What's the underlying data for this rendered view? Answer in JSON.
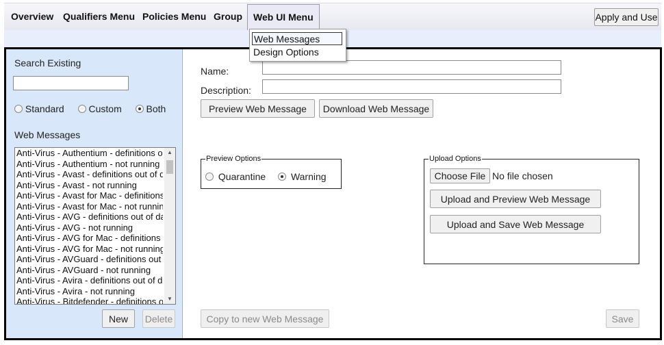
{
  "nav": {
    "items": [
      "Overview",
      "Qualifiers Menu",
      "Policies Menu",
      "Group",
      "Web UI Menu"
    ],
    "active": "Web UI Menu",
    "apply_label": "Apply and Use"
  },
  "dropdown": {
    "items": [
      "Web Messages",
      "Design Options"
    ],
    "selected": "Web Messages"
  },
  "left": {
    "search_label": "Search Existing",
    "search_value": "",
    "filters": [
      "Standard",
      "Custom",
      "Both"
    ],
    "filter_selected": "Both",
    "list_label": "Web Messages",
    "list_items": [
      "Anti-Virus - Authentium - definitions out of date",
      "Anti-Virus - Authentium - not running",
      "Anti-Virus - Avast - definitions out of date",
      "Anti-Virus - Avast - not running",
      "Anti-Virus - Avast for Mac - definitions out of date",
      "Anti-Virus - Avast for Mac - not running",
      "Anti-Virus - AVG - definitions out of date",
      "Anti-Virus - AVG - not running",
      "Anti-Virus - AVG for Mac - definitions out of date",
      "Anti-Virus - AVG for Mac - not running",
      "Anti-Virus - AVGuard - definitions out of date",
      "Anti-Virus - AVGuard - not running",
      "Anti-Virus - Avira - definitions out of date",
      "Anti-Virus - Avira - not running",
      "Anti-Virus - Bitdefender - definitions out of date"
    ],
    "new_label": "New",
    "delete_label": "Delete"
  },
  "form": {
    "name_label": "Name:",
    "name_value": "",
    "description_label": "Description:",
    "description_value": "",
    "preview_button": "Preview Web Message",
    "download_button": "Download Web Message"
  },
  "preview_options": {
    "legend": "Preview Options",
    "options": [
      "Quarantine",
      "Warning"
    ],
    "selected": "Warning"
  },
  "upload_options": {
    "legend": "Upload Options",
    "choose_file": "Choose File",
    "file_status": "No file chosen",
    "upload_preview": "Upload and Preview Web Message",
    "upload_save": "Upload and Save Web Message"
  },
  "footer": {
    "copy_label": "Copy to new Web Message",
    "save_label": "Save"
  }
}
